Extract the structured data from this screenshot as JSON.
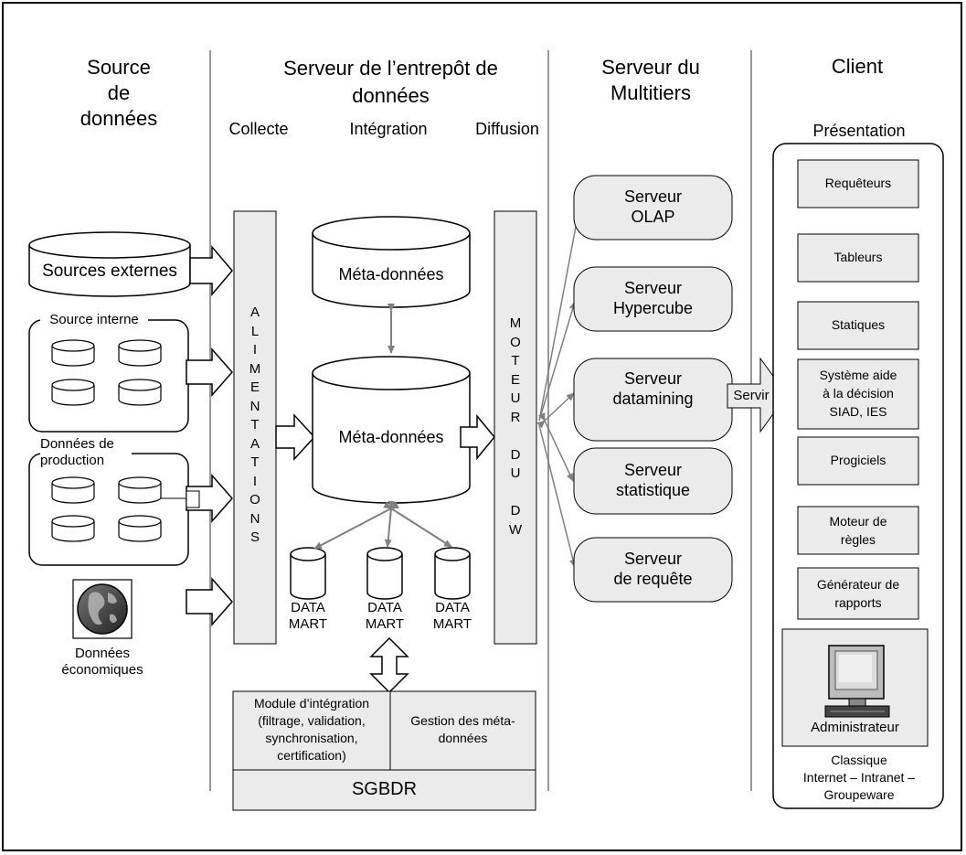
{
  "columns": {
    "source": [
      "Source",
      "de",
      "données"
    ],
    "server": [
      "Serveur de l’entrepôt de",
      "données"
    ],
    "multitier": [
      "Serveur du",
      "Multitiers"
    ],
    "client": "Client"
  },
  "phases": {
    "collecte": "Collecte",
    "integration": "Intégration",
    "diffusion": "Diffusion"
  },
  "sources": {
    "externes": "Sources externes",
    "interne": "Source interne",
    "production": [
      "Données de",
      "production"
    ],
    "economiques": [
      "Données",
      "économiques"
    ]
  },
  "alimentations": "ALIMENTATIONS",
  "metadata_top": "Méta-données",
  "metadata_main": "Méta-données",
  "datamarts": [
    [
      "DATA",
      "MART"
    ],
    [
      "DATA",
      "MART"
    ],
    [
      "DATA",
      "MART"
    ]
  ],
  "moteur": [
    "M",
    "O",
    "T",
    "E",
    "U",
    "R",
    "",
    "D",
    "U",
    "",
    "D",
    "W"
  ],
  "integration_module": [
    "Module d’intégration",
    "(filtrage, validation,",
    "synchronisation,",
    "certification)"
  ],
  "metadata_management": [
    "Gestion des méta-",
    "données"
  ],
  "sgbdr": "SGBDR",
  "servers": [
    [
      "Serveur",
      "OLAP"
    ],
    [
      "Serveur",
      "Hypercube"
    ],
    [
      "Serveur",
      "datamining"
    ],
    [
      "Serveur",
      "statistique"
    ],
    [
      "Serveur",
      "de requête"
    ]
  ],
  "servir": "Servir",
  "presentation": "Présentation",
  "client_items": [
    [
      "Requêteurs"
    ],
    [
      "Tableurs"
    ],
    [
      "Statiques"
    ],
    [
      "Système aide",
      "à la décision",
      "SIAD, IES"
    ],
    [
      "Progiciels"
    ],
    [
      "Moteur de",
      "règles"
    ],
    [
      "Générateur de",
      "rapports"
    ]
  ],
  "administrateur": "Administrateur",
  "client_footer": [
    "Classique",
    "Internet – Intranet –",
    "Groupeware"
  ]
}
